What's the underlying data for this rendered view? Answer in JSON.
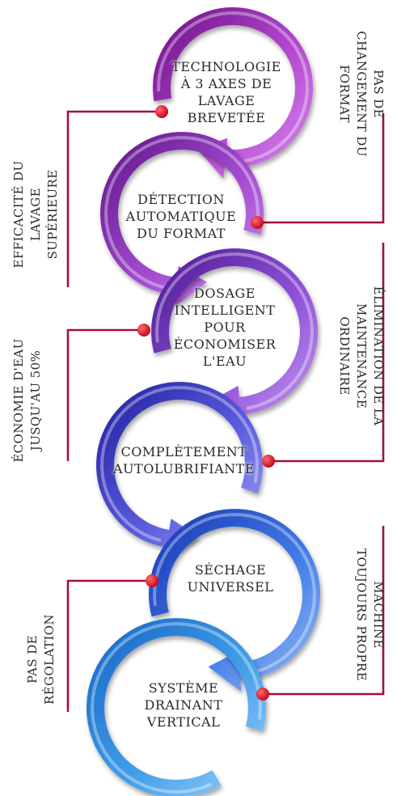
{
  "colors": {
    "connector": "#a2103e",
    "dot": "#c4001d",
    "dot_highlight": "#ff6b6b",
    "loop_gradients": [
      [
        "#6a0f86",
        "#b347cf",
        "#d98af0"
      ],
      [
        "#5b1385",
        "#a24ad0",
        "#cf90f2"
      ],
      [
        "#4a1890",
        "#8d4fd6",
        "#c69af2"
      ],
      [
        "#1f1d9e",
        "#5a5bdc",
        "#a7a9f7"
      ],
      [
        "#1736b2",
        "#3f78e6",
        "#94bff7"
      ],
      [
        "#1563c4",
        "#3f9ce8",
        "#9fd2fa"
      ]
    ]
  },
  "steps": [
    {
      "text": "TECHNOLOGIE\nÀ 3 AXES DE\nLAVAGE\nBREVETÉE"
    },
    {
      "text": "DÉTECTION\nAUTOMATIQUE\nDU FORMAT"
    },
    {
      "text": "DOSAGE\nINTELLIGENT\nPOUR\nÉCONOMISER\nL'EAU"
    },
    {
      "text": "COMPLÈTEMENT\nAUTOLUBRIFIANTE"
    },
    {
      "text": "SÉCHAGE\nUNIVERSEL"
    },
    {
      "text": "SYSTÈME\nDRAINANT\nVERTICAL"
    }
  ],
  "left_labels": [
    {
      "text": "EFFICACITÉ DU\nLAVAGE\nSUPÉRIEURE"
    },
    {
      "text": "ÉCONOMIE D'EAU\nJUSQU'AU 50%"
    },
    {
      "text": "PAS DE\nRÉGOLATION"
    }
  ],
  "right_labels": [
    {
      "text": "PAS DE\nCHANGEMENT DU\nFORMAT"
    },
    {
      "text": "ÉLIMINATION DE LA\nMAINTENANCE\nORDINAIRE"
    },
    {
      "text": "MACHINE\nTOUJOURS PROPRE"
    }
  ]
}
